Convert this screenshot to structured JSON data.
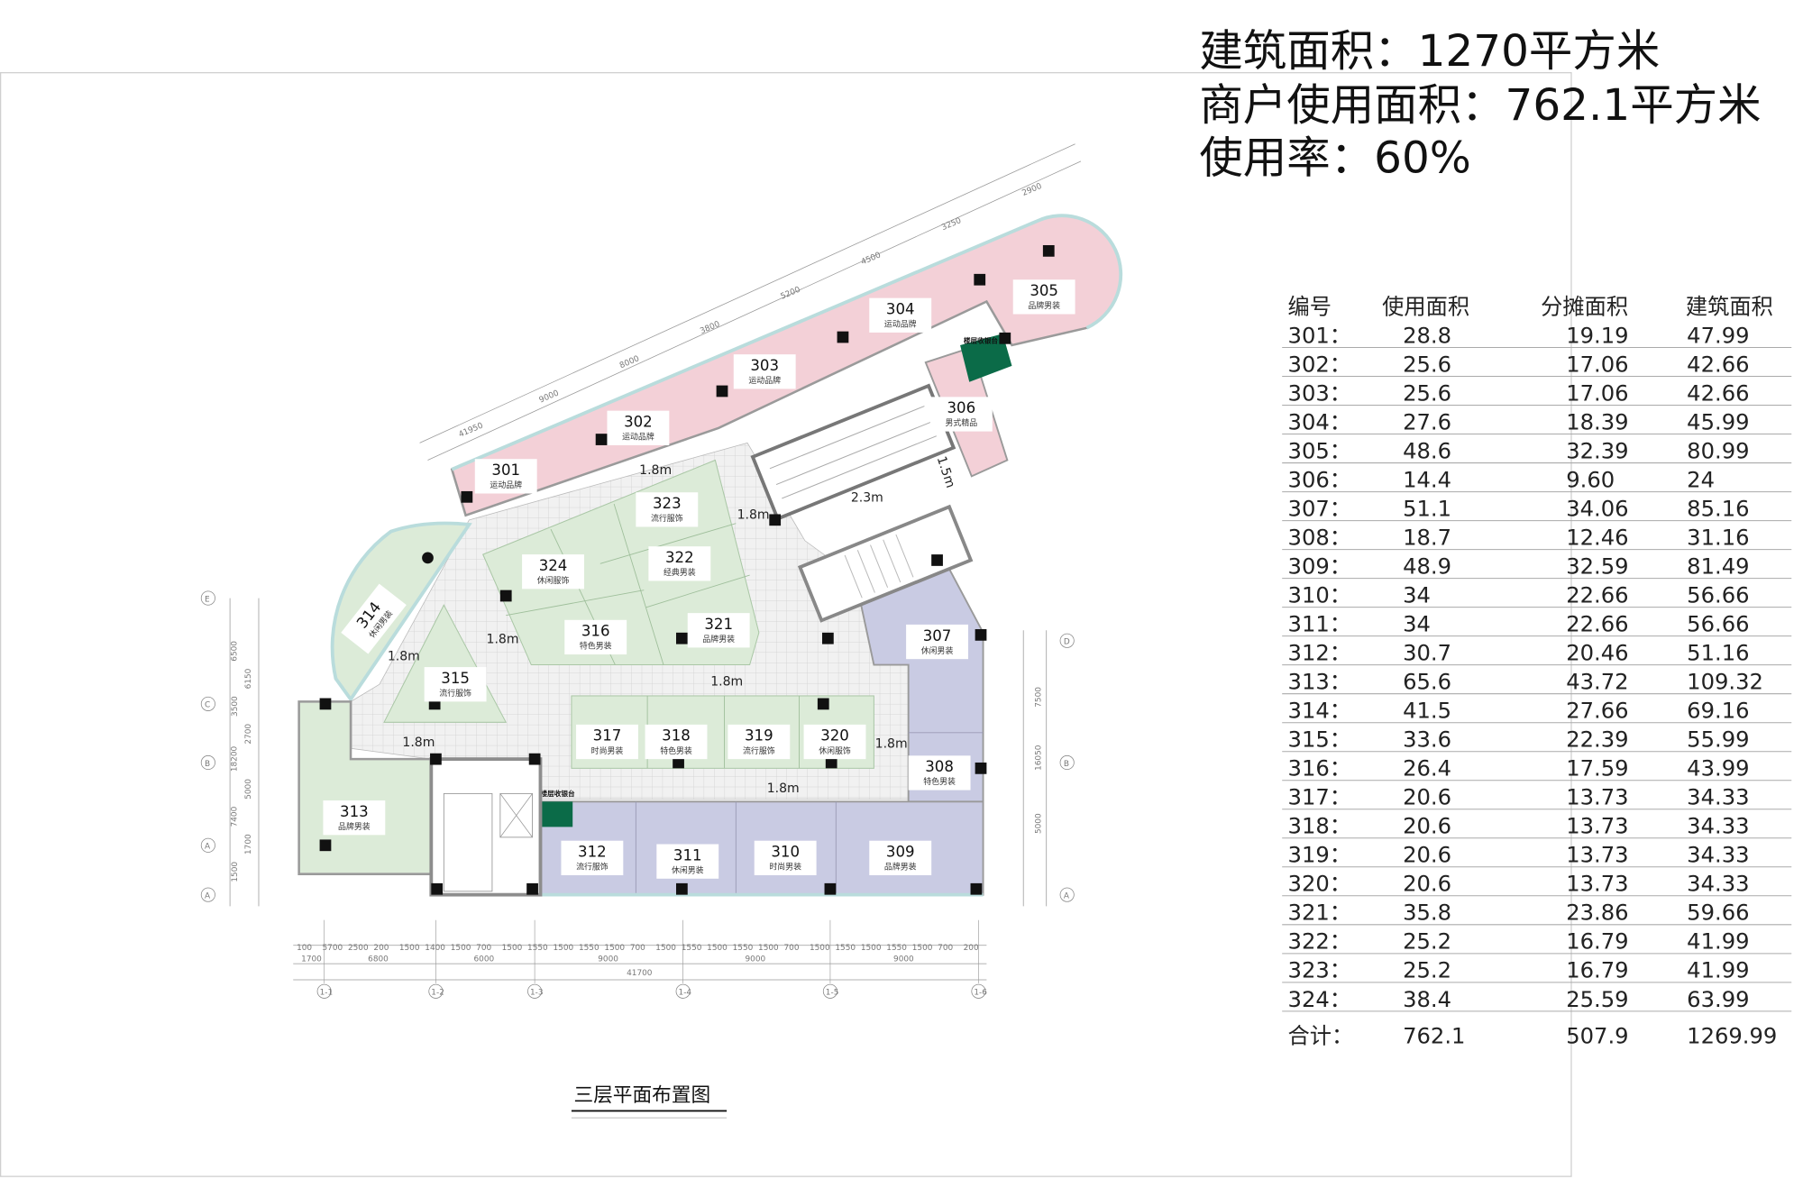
{
  "summary": {
    "building_area": {
      "label": "建筑面积：",
      "value": "1270平方米"
    },
    "tenant_area": {
      "label": "商户使用面积：",
      "value": "762.1平方米"
    },
    "usage_rate": {
      "label": "使用率：",
      "value": "60%"
    }
  },
  "table": {
    "headers": [
      "编号",
      "使用面积",
      "分摊面积",
      "建筑面积"
    ],
    "rows": [
      [
        "301：",
        "28.8",
        "19.19",
        "47.99"
      ],
      [
        "302：",
        "25.6",
        "17.06",
        "42.66"
      ],
      [
        "303：",
        "25.6",
        "17.06",
        "42.66"
      ],
      [
        "304：",
        "27.6",
        "18.39",
        "45.99"
      ],
      [
        "305：",
        "48.6",
        "32.39",
        "80.99"
      ],
      [
        "306：",
        "14.4",
        "9.60",
        "24"
      ],
      [
        "307：",
        "51.1",
        "34.06",
        "85.16"
      ],
      [
        "308：",
        "18.7",
        "12.46",
        "31.16"
      ],
      [
        "309：",
        "48.9",
        "32.59",
        "81.49"
      ],
      [
        "310：",
        "34",
        "22.66",
        "56.66"
      ],
      [
        "311：",
        "34",
        "22.66",
        "56.66"
      ],
      [
        "312：",
        "30.7",
        "20.46",
        "51.16"
      ],
      [
        "313：",
        "65.6",
        "43.72",
        "109.32"
      ],
      [
        "314：",
        "41.5",
        "27.66",
        "69.16"
      ],
      [
        "315：",
        "33.6",
        "22.39",
        "55.99"
      ],
      [
        "316：",
        "26.4",
        "17.59",
        "43.99"
      ],
      [
        "317：",
        "20.6",
        "13.73",
        "34.33"
      ],
      [
        "318：",
        "20.6",
        "13.73",
        "34.33"
      ],
      [
        "319：",
        "20.6",
        "13.73",
        "34.33"
      ],
      [
        "320：",
        "20.6",
        "13.73",
        "34.33"
      ],
      [
        "321：",
        "35.8",
        "23.86",
        "59.66"
      ],
      [
        "322：",
        "25.2",
        "16.79",
        "41.99"
      ],
      [
        "323：",
        "25.2",
        "16.79",
        "41.99"
      ],
      [
        "324：",
        "38.4",
        "25.59",
        "63.99"
      ]
    ],
    "total": [
      "合计：",
      "762.1",
      "507.9",
      "1269.99"
    ]
  },
  "rooms": [
    {
      "id": "301",
      "type": "运动品牌"
    },
    {
      "id": "302",
      "type": "运动品牌"
    },
    {
      "id": "303",
      "type": "运动品牌"
    },
    {
      "id": "304",
      "type": "运动品牌"
    },
    {
      "id": "305",
      "type": "品牌男装"
    },
    {
      "id": "306",
      "type": "男式精品"
    },
    {
      "id": "307",
      "type": "休闲男装"
    },
    {
      "id": "308",
      "type": "特色男装"
    },
    {
      "id": "309",
      "type": "品牌男装"
    },
    {
      "id": "310",
      "type": "时尚男装"
    },
    {
      "id": "311",
      "type": "休闲男装"
    },
    {
      "id": "312",
      "type": "流行服饰"
    },
    {
      "id": "313",
      "type": "品牌男装"
    },
    {
      "id": "314",
      "type": "休闲男装"
    },
    {
      "id": "315",
      "type": "流行服饰"
    },
    {
      "id": "316",
      "type": "特色男装"
    },
    {
      "id": "317",
      "type": "时尚男装"
    },
    {
      "id": "318",
      "type": "特色男装"
    },
    {
      "id": "319",
      "type": "流行服饰"
    },
    {
      "id": "320",
      "type": "休闲服饰"
    },
    {
      "id": "321",
      "type": "品牌男装"
    },
    {
      "id": "322",
      "type": "经典男装"
    },
    {
      "id": "323",
      "type": "流行服饰"
    },
    {
      "id": "324",
      "type": "休闲服饰"
    }
  ],
  "walkways": [
    "1.8m",
    "1.8m",
    "1.8m",
    "1.8m",
    "1.8m",
    "1.8m",
    "1.8m",
    "1.8m",
    "2.3m",
    "1.5m"
  ],
  "cashier_label": "楼层收银台",
  "caption": "三层平面布置图",
  "dimensions": {
    "bottom_detail": [
      "100",
      "5700",
      "2500",
      "200",
      "1500",
      "1400",
      "1500",
      "700",
      "1500",
      "1550",
      "1500",
      "1550",
      "1500",
      "700",
      "1500",
      "1550",
      "1500",
      "1550",
      "1500",
      "700",
      "1500",
      "1550",
      "1500",
      "1550",
      "1500",
      "700",
      "200"
    ],
    "bottom_bays": [
      "1700",
      "6800",
      "6000",
      "9000",
      "9000",
      "9000"
    ],
    "bottom_total": "41700",
    "bottom_axes": [
      "1-1",
      "1-2",
      "1-3",
      "1-4",
      "1-5",
      "1-6"
    ],
    "top": [
      "41950",
      "9000",
      "8000",
      "3800",
      "5200",
      "4500",
      "3250",
      "2900"
    ],
    "left": [
      "6500",
      "6150",
      "3500",
      "2700",
      "18200",
      "5000",
      "7400",
      "1700",
      "1500"
    ],
    "left_axes": [
      "E",
      "C",
      "B",
      "A",
      "A"
    ],
    "right": [
      "7500",
      "16050",
      "5000"
    ],
    "right_axes": [
      "D",
      "B",
      "A"
    ]
  },
  "colors": {
    "sport_zone": "#f3d0d7",
    "green_zone": "#dcebd8",
    "purple_zone": "#c9cbe3",
    "cashier": "#0b6b48",
    "glass": "#b9dcdc",
    "floor": "#efefef"
  }
}
